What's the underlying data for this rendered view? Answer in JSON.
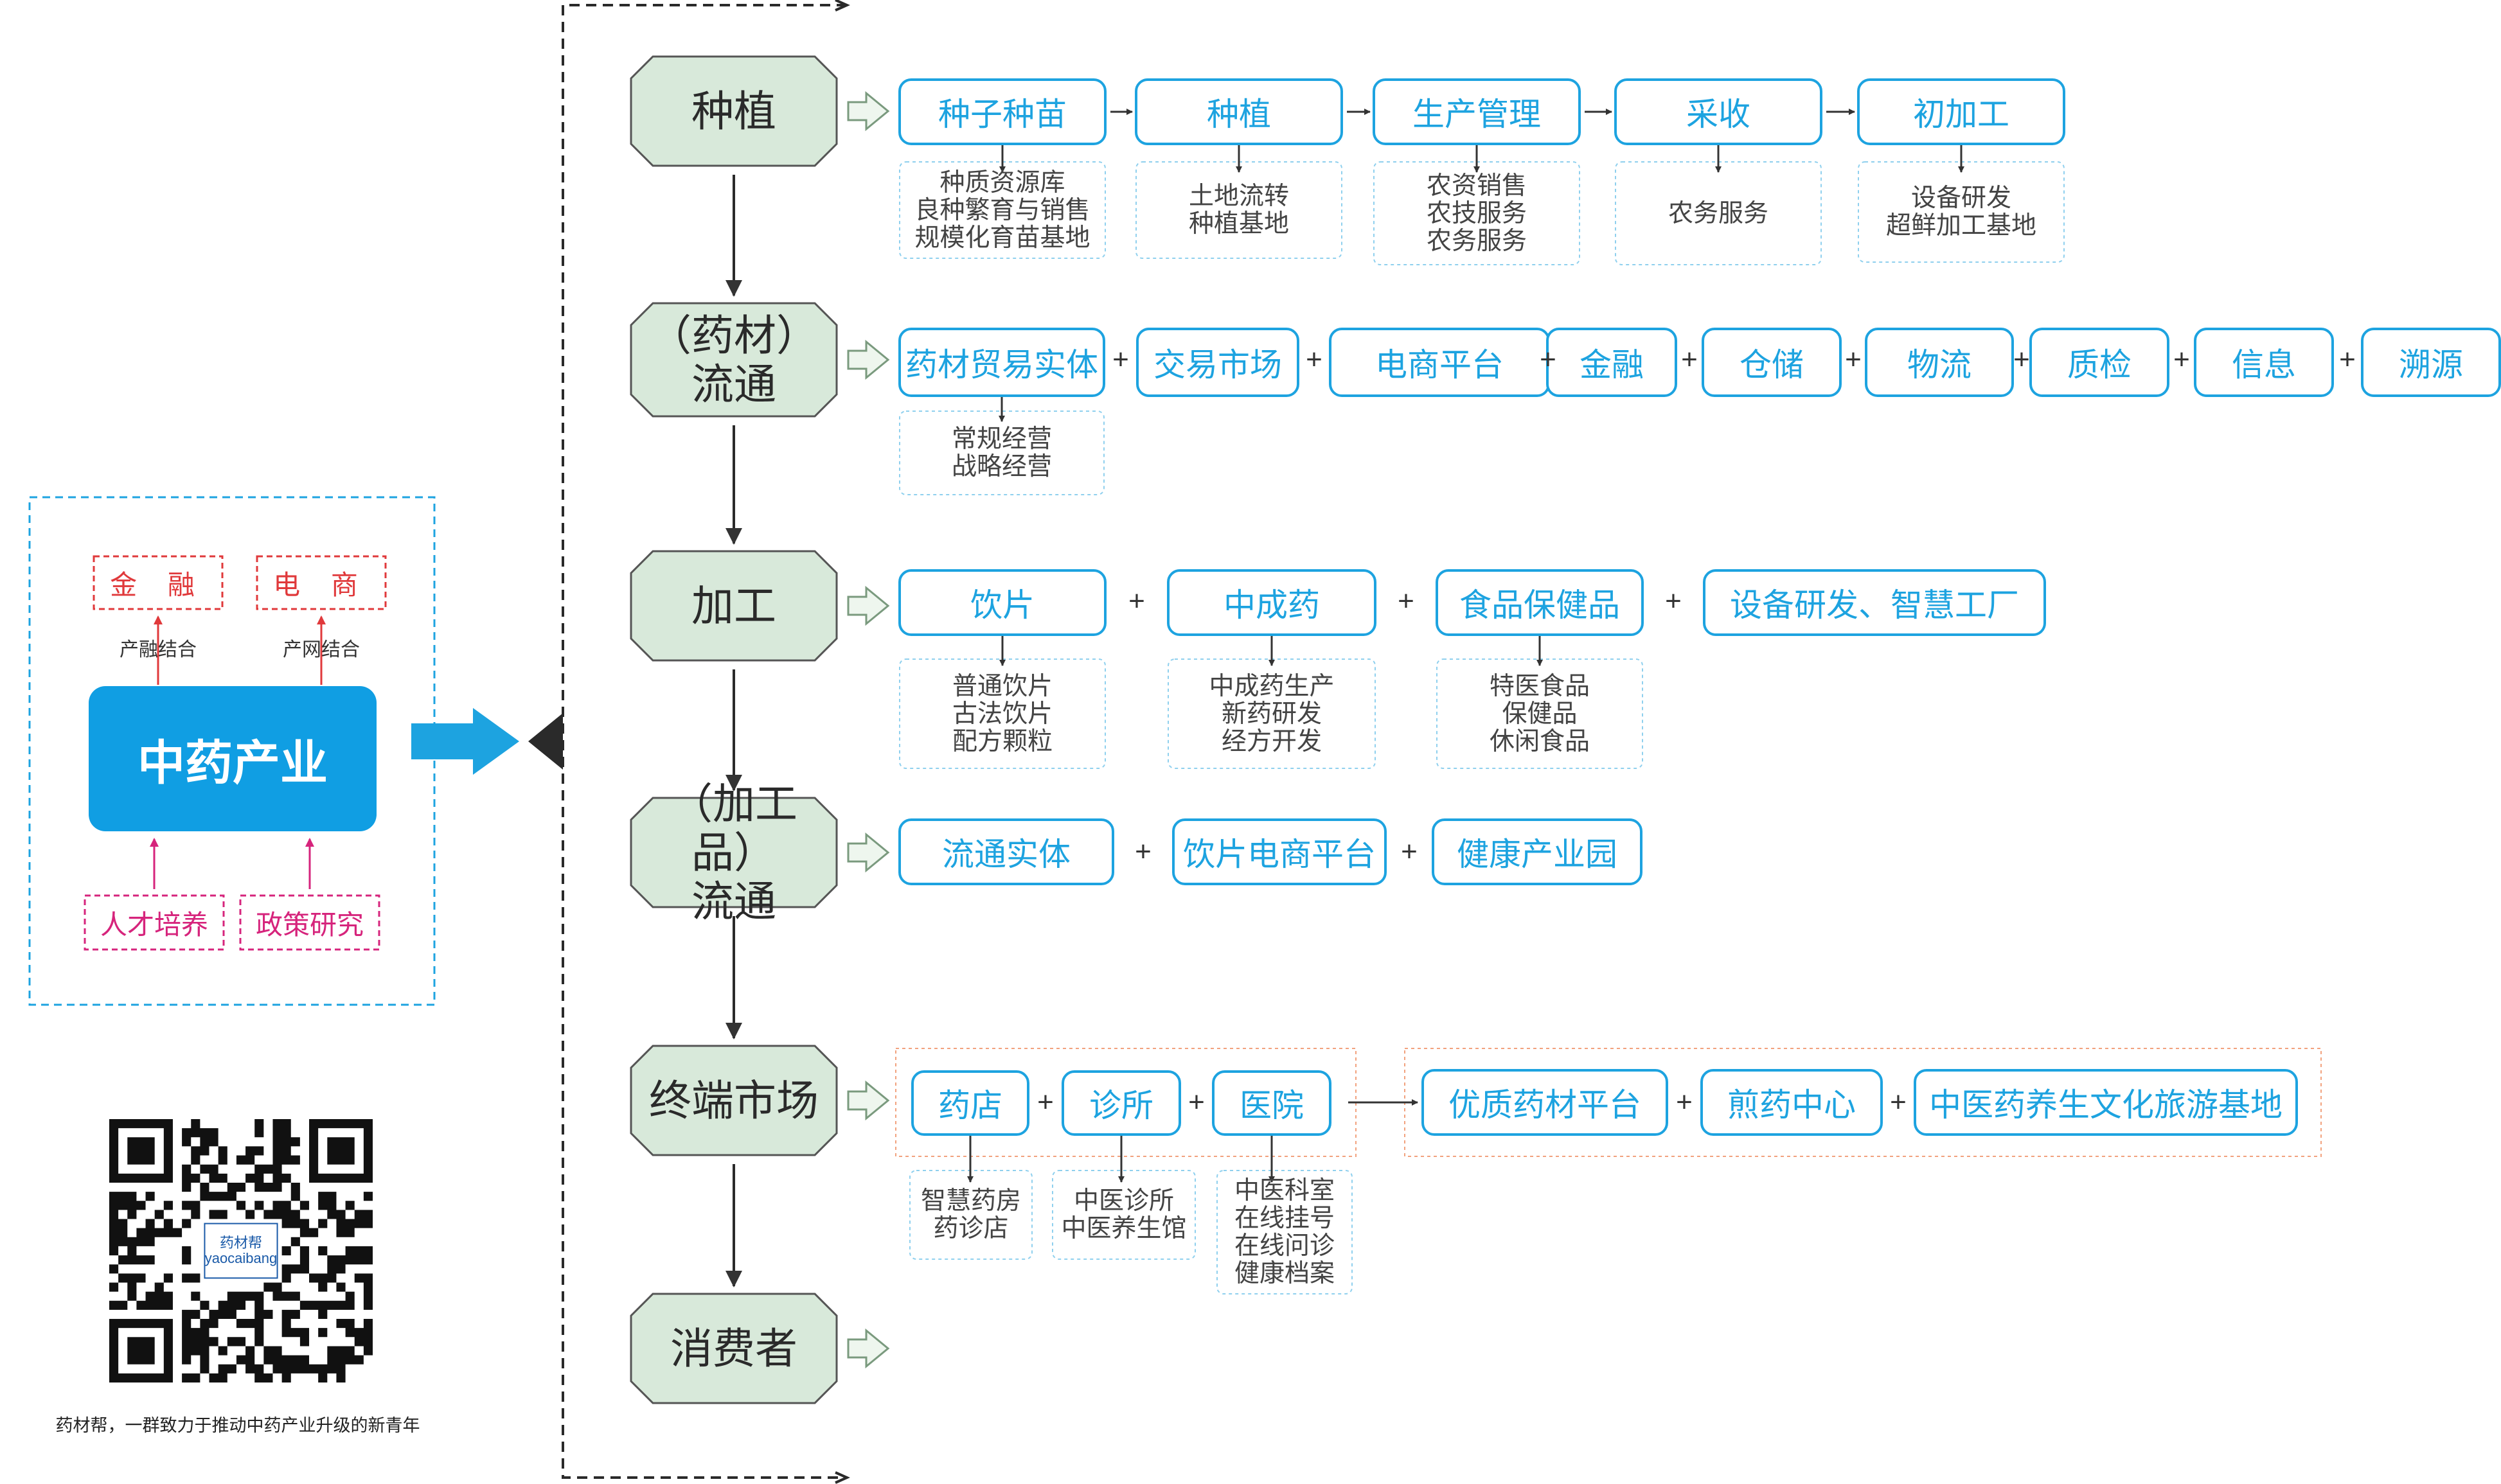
{
  "colors": {
    "accent_blue": "#1da3e0",
    "stage_fill": "#d8e9da",
    "stage_border": "#555555",
    "side_red": "#e0393b",
    "side_pink": "#d6247c",
    "core_fill": "#109ee3",
    "outer_orange": "#f2a27e"
  },
  "side": {
    "core": "中药产业",
    "top": [
      {
        "label": "金 融",
        "caption": "产融结合"
      },
      {
        "label": "电 商",
        "caption": "产网结合"
      }
    ],
    "bottom": [
      "人才培养",
      "政策研究"
    ],
    "slogan": "药材帮，一群致力于推动中药产业升级的新青年",
    "qr_badge": "药材帮\nyaocaibang"
  },
  "stages": [
    {
      "label": "种植"
    },
    {
      "label": "（药材）\n流通"
    },
    {
      "label": "加工"
    },
    {
      "label": "（加工品）\n流通"
    },
    {
      "label": "终端市场"
    },
    {
      "label": "消费者"
    }
  ],
  "rows": {
    "planting": {
      "boxes": [
        "种子种苗",
        "种植",
        "生产管理",
        "采收",
        "初加工"
      ],
      "subs": [
        "种质资源库\n良种繁育与销售\n规模化育苗基地",
        "土地流转\n种植基地",
        "农资销售\n农技服务\n农务服务",
        "农务服务",
        "设备研发\n超鲜加工基地"
      ]
    },
    "herb_circulation": {
      "boxes": [
        "药材贸易实体",
        "交易市场",
        "电商平台",
        "金融",
        "仓储",
        "物流",
        "质检",
        "信息",
        "溯源"
      ],
      "subs": [
        "常规经营\n战略经营"
      ]
    },
    "processing": {
      "boxes": [
        "饮片",
        "中成药",
        "食品保健品",
        "设备研发、智慧工厂"
      ],
      "subs": [
        "普通饮片\n古法饮片\n配方颗粒",
        "中成药生产\n新药研发\n经方开发",
        "特医食品\n保健品\n休闲食品"
      ]
    },
    "product_circulation": {
      "boxes": [
        "流通实体",
        "饮片电商平台",
        "健康产业园"
      ]
    },
    "terminal": {
      "boxes": [
        "药店",
        "诊所",
        "医院"
      ],
      "extended": [
        "优质药材平台",
        "煎药中心",
        "中医药养生文化旅游基地"
      ],
      "subs": [
        "智慧药房\n药诊店",
        "中医诊所\n中医养生馆",
        "中医科室\n在线挂号\n在线问诊\n健康档案"
      ]
    }
  },
  "plus_sign": "+"
}
